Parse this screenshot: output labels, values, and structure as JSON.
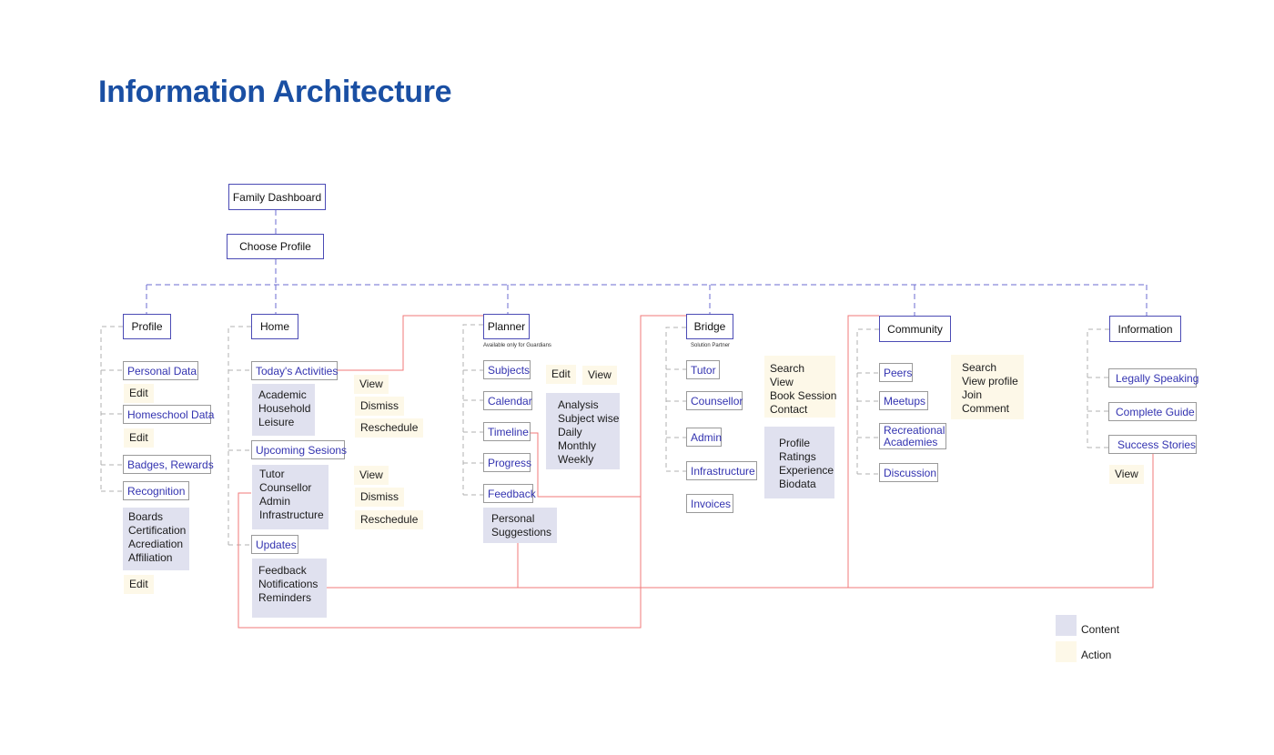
{
  "title": "Information Architecture",
  "root": {
    "dashboard": "Family Dashboard",
    "choose_profile": "Choose Profile"
  },
  "sections": {
    "profile": {
      "label": "Profile",
      "personal_data": "Personal Data",
      "personal_edit": "Edit",
      "homeschool_data": "Homeschool Data",
      "homeschool_edit": "Edit",
      "badges": "Badges, Rewards",
      "recognition": "Recognition",
      "recognition_content": [
        "Boards",
        "Certification",
        "Acrediation",
        "Affiliation"
      ],
      "recognition_edit": "Edit"
    },
    "home": {
      "label": "Home",
      "todays_activities": "Today's Activities",
      "activities_content": [
        "Academic",
        "Household",
        "Leisure"
      ],
      "activities_actions": [
        "View",
        "Dismiss",
        "Reschedule"
      ],
      "upcoming": "Upcoming Sesions",
      "upcoming_content": [
        "Tutor",
        "Counsellor",
        "Admin",
        "Infrastructure"
      ],
      "upcoming_actions": [
        "View",
        "Dismiss",
        "Reschedule"
      ],
      "updates": "Updates",
      "updates_content": [
        "Feedback",
        "Notifications",
        "Reminders"
      ]
    },
    "planner": {
      "label": "Planner",
      "note": "Available only for Guardians",
      "subjects": "Subjects",
      "subjects_actions": [
        "Edit",
        "View"
      ],
      "calendar": "Calendar",
      "calendar_content": [
        "Analysis",
        "Subject wise",
        "Daily",
        "Monthly",
        "Weekly"
      ],
      "timeline": "Timeline",
      "progress": "Progress",
      "feedback": "Feedback",
      "feedback_content": [
        "Personal",
        "Suggestions"
      ]
    },
    "bridge": {
      "label": "Bridge",
      "note": "Solution Partner",
      "tutor": "Tutor",
      "counsellor": "Counsellor",
      "admin": "Admin",
      "infrastructure": "Infrastructure",
      "invoices": "Invoices",
      "actions": [
        "Search",
        "View",
        "Book Session",
        "Contact"
      ],
      "content": [
        "Profile",
        "Ratings",
        "Experience",
        "Biodata"
      ]
    },
    "community": {
      "label": "Community",
      "peers": "Peers",
      "meetups": "Meetups",
      "recreational": "Recreational Academies",
      "discussion": "Discussion",
      "actions": [
        "Search",
        "View profile",
        "Join",
        "Comment"
      ]
    },
    "information": {
      "label": "Information",
      "legally": "Legally Speaking",
      "guide": "Complete Guide",
      "stories": "Success Stories",
      "stories_action": "View"
    }
  },
  "legend": {
    "content": "Content",
    "action": "Action"
  },
  "colors": {
    "title": "#1a4fa3",
    "primary_border": "#4b4bb5",
    "link_text": "#3333b0",
    "content_fill": "#e0e1ef",
    "action_fill": "#fdf8e8",
    "hierarchy_line": "#6b6bd0",
    "cross_link": "#f07a7a",
    "branch_line": "#b0b0b0"
  }
}
